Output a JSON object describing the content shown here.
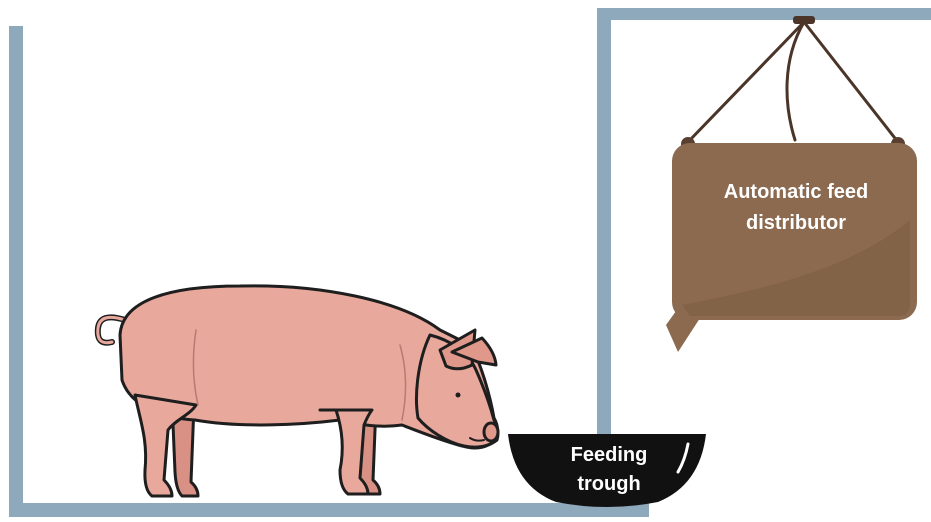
{
  "labels": {
    "distributor_line1": "Automatic feed",
    "distributor_line2": "distributor",
    "trough_line1": "Feeding",
    "trough_line2": "trough"
  },
  "colors": {
    "pen_wall": "#8ea8bc",
    "distributor_body": "#8b6a4f",
    "distributor_rope": "#4a3528",
    "pig_skin": "#e8a89c",
    "pig_outline": "#1e1e1e",
    "trough": "#111111",
    "label_text": "#ffffff"
  },
  "icons": {
    "animal": "pig-illustration",
    "feeder": "hanging-feed-distributor",
    "trough": "black-feeding-bowl"
  }
}
